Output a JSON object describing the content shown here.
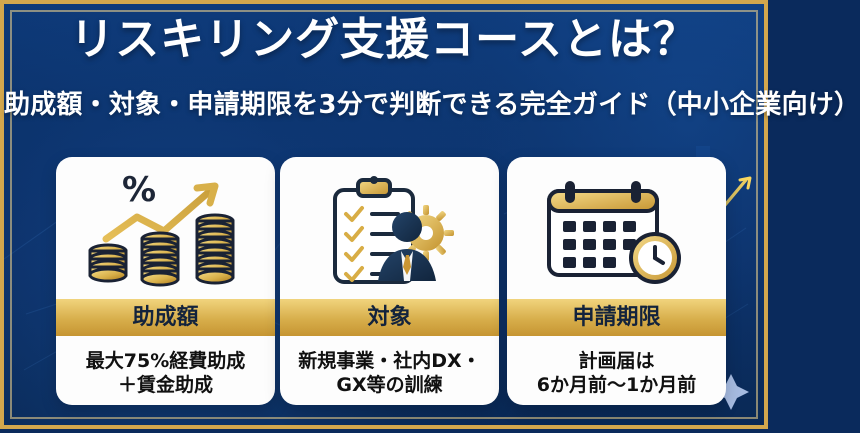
{
  "title": "リスキリング支援コースとは？",
  "subtitle": "助成額・対象・申請期限を3分で判断できる完全ガイド（中小企業向け）",
  "cards": [
    {
      "icon": "money-growth-icon",
      "label": "助成額",
      "lines": [
        "最大75%経費助成",
        "＋賃金助成"
      ]
    },
    {
      "icon": "checklist-person-icon",
      "label": "対象",
      "lines": [
        "新規事業・社内DX・",
        "GX等の訓練"
      ]
    },
    {
      "icon": "calendar-clock-icon",
      "label": "申請期限",
      "lines": [
        "計画届は",
        "6か月前〜1か月前"
      ]
    }
  ],
  "colors": {
    "background": "#0a2a5c",
    "gold": "#d3a74d",
    "text_dark": "#111111",
    "text_light": "#ffffff"
  }
}
